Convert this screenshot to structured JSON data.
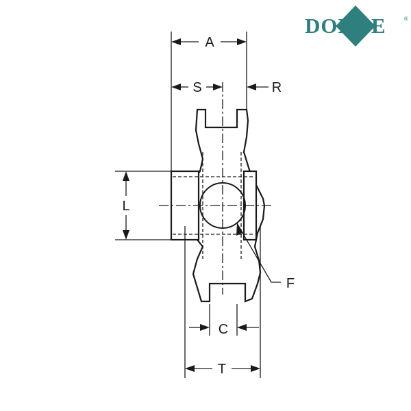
{
  "brand": {
    "name": "DODGE",
    "color": "#2f7f7f",
    "reg_mark": "®"
  },
  "dimensions": {
    "A": "A",
    "S": "S",
    "R": "R",
    "L": "L",
    "F": "F",
    "C": "C",
    "T": "T"
  }
}
